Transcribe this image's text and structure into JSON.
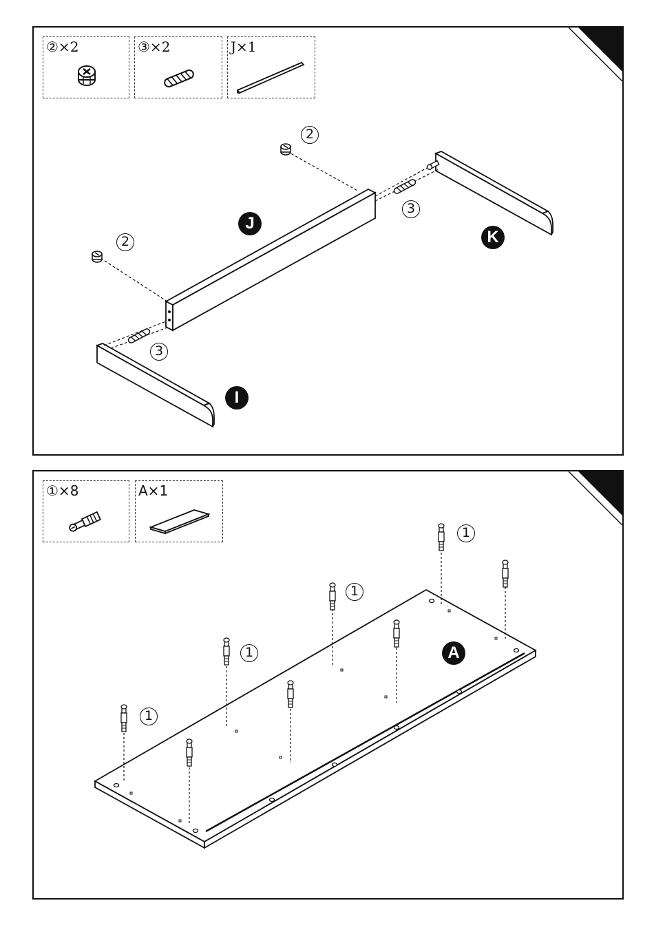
{
  "steps": [
    {
      "parts": [
        {
          "label": "②×2",
          "icon": "cam-lock-icon"
        },
        {
          "label": "③×2",
          "icon": "wooden-dowel-icon"
        },
        {
          "label": "J×1",
          "icon": "rail-panel-icon"
        }
      ],
      "callouts": {
        "c1": "2",
        "c2": "2",
        "c3": "3",
        "c4": "3"
      },
      "badges": {
        "j": "J",
        "k": "K",
        "i": "I"
      }
    },
    {
      "parts": [
        {
          "label": "①×8",
          "icon": "cam-bolt-icon"
        },
        {
          "label": "A×1",
          "icon": "board-icon"
        }
      ],
      "callouts": {
        "c1": "1",
        "c2": "1",
        "c3": "1",
        "c4": "1"
      },
      "badges": {
        "a": "A"
      }
    }
  ],
  "colors": {
    "ink": "#111111",
    "paper": "#ffffff"
  }
}
